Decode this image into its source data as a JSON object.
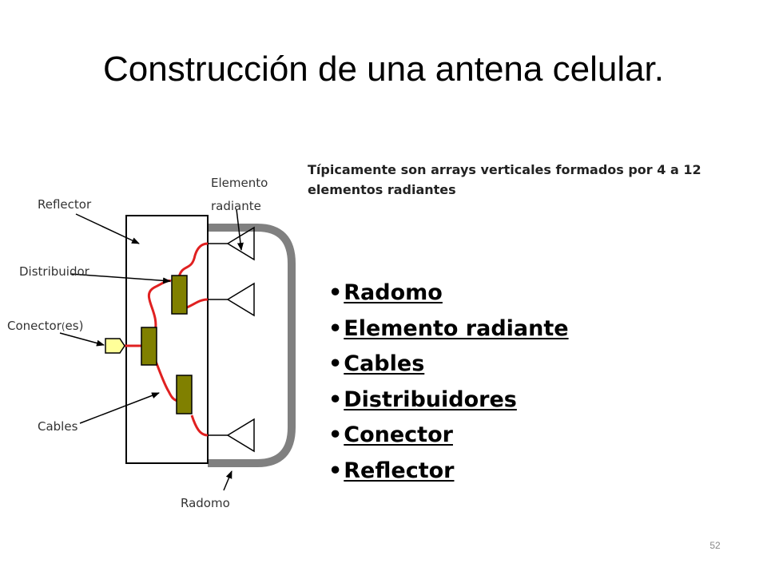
{
  "slide": {
    "title": "Construcción de una antena celular.",
    "description": "Típicamente son arrays verticales formados por 4 a 12 elementos radiantes",
    "page_number": "52"
  },
  "diagram": {
    "labels": {
      "elemento_line1": "Elemento",
      "elemento_line2": "radiante",
      "reflector": "Reflector",
      "distribuidor": "Distribuidor",
      "conector_main": "Conector",
      "conector_open": "(",
      "conector_suffix": "es",
      "conector_close": ")",
      "cables": "Cables",
      "radomo": "Radomo"
    },
    "colors": {
      "cable": "#e02020",
      "distributor": "#808000",
      "connector": "#ffff99",
      "radome": "#808080",
      "outline": "#000000"
    }
  },
  "parts_list": [
    {
      "bullet": "•",
      "label": "Radomo"
    },
    {
      "bullet": "•",
      "label": "Elemento radiante"
    },
    {
      "bullet": "•",
      "label": "Cables"
    },
    {
      "bullet": "•",
      "label": "Distribuidores"
    },
    {
      "bullet": "•",
      "label": "Conector"
    },
    {
      "bullet": "•",
      "label": "Reflector"
    }
  ]
}
